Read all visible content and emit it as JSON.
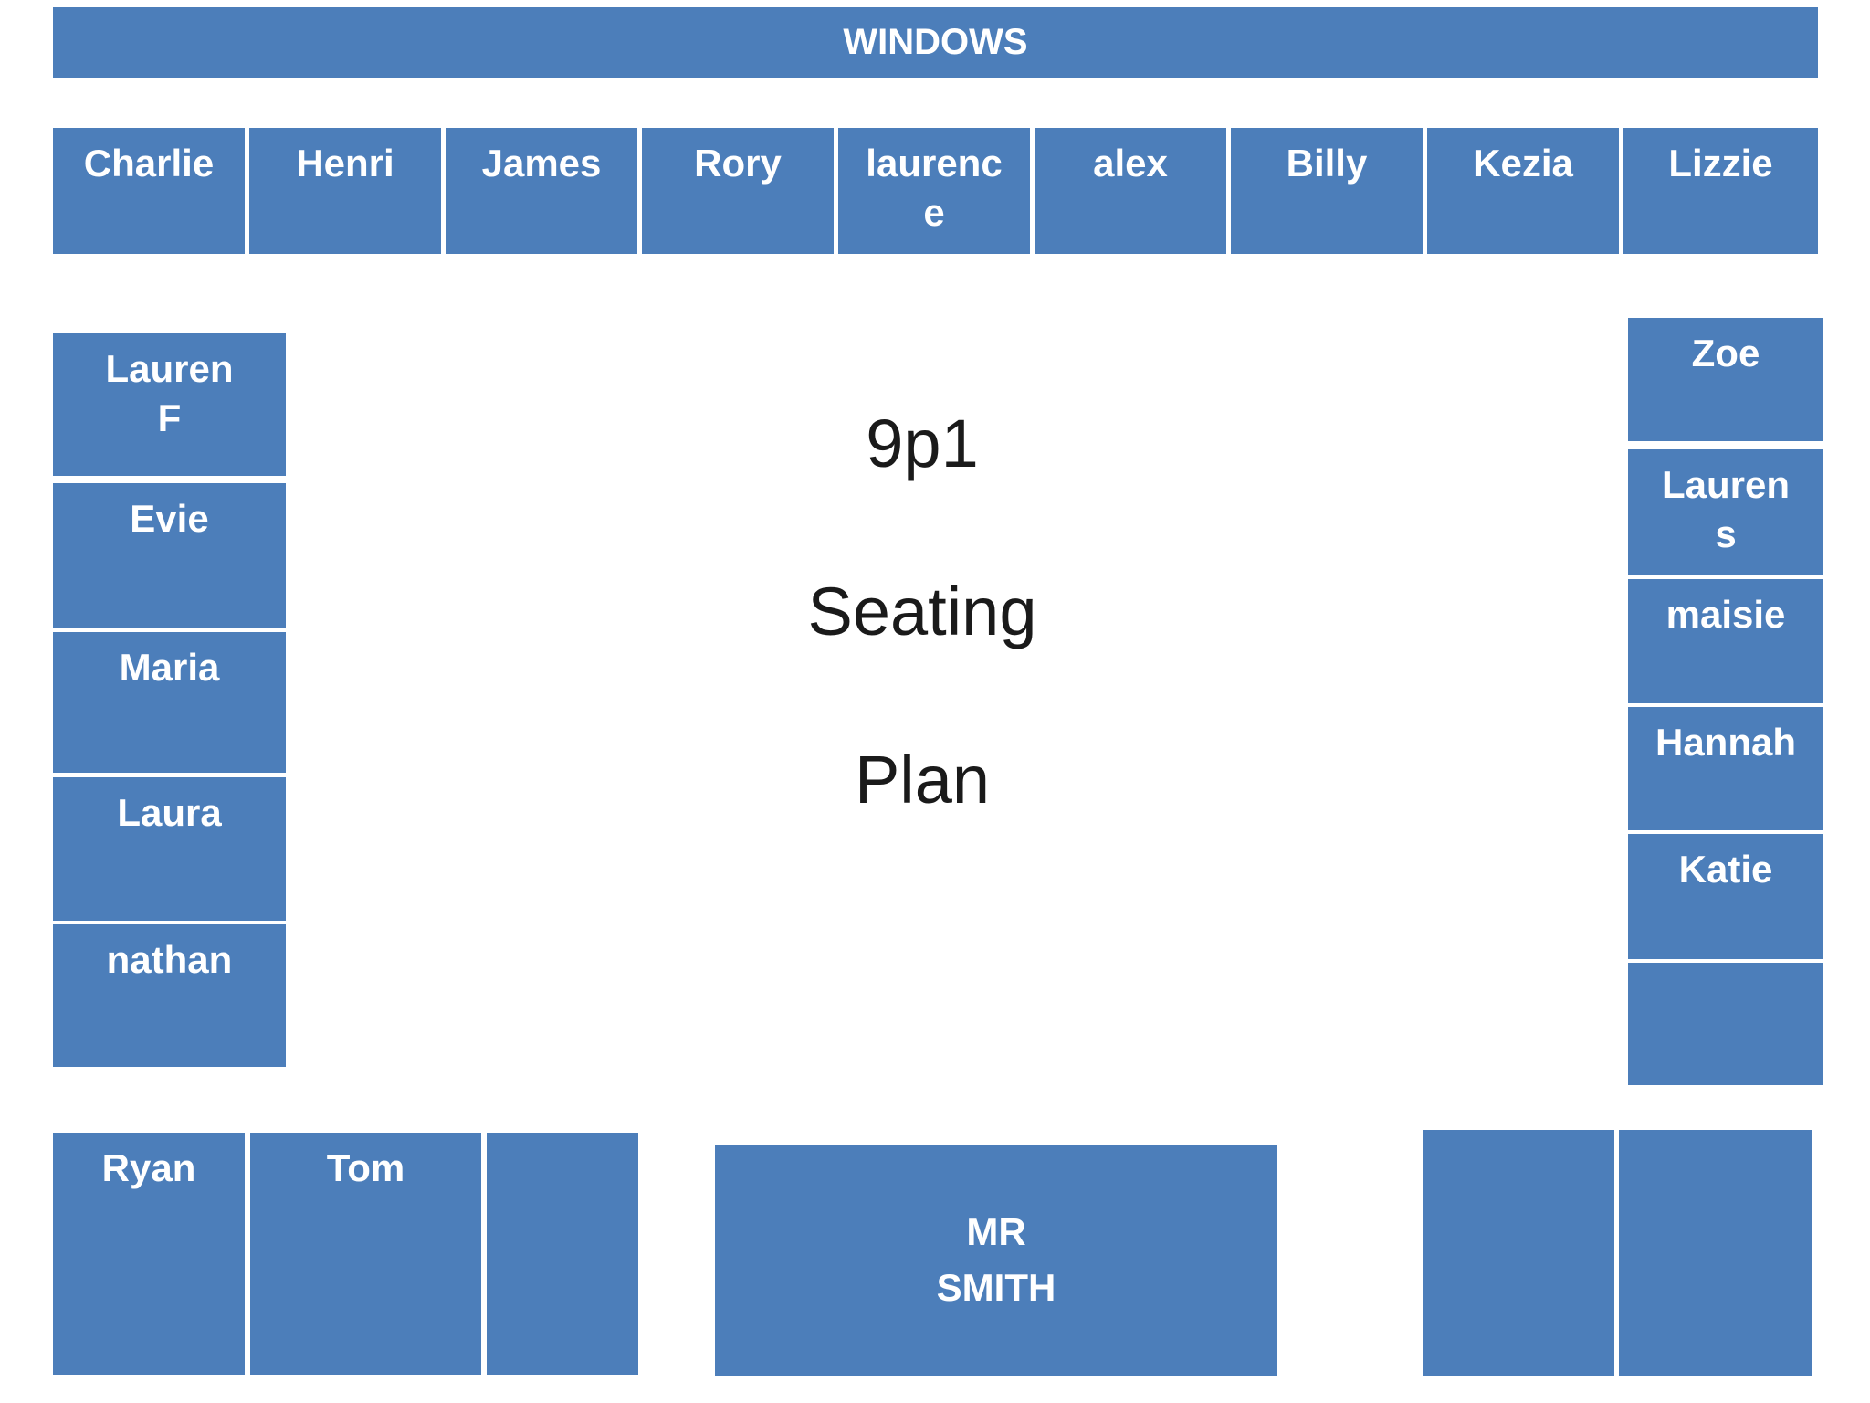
{
  "colors": {
    "seat_fill": "#4c7eba",
    "seat_text": "#ffffff",
    "title_text": "#1a1a1a",
    "page_bg": "#ffffff"
  },
  "windows_bar": {
    "label": "WINDOWS"
  },
  "title": {
    "line1": "9p1",
    "line2": "Seating",
    "line3": "Plan"
  },
  "top_row": {
    "seats": [
      "Charlie",
      "Henri",
      "James",
      "Rory",
      "laurenc\ne",
      "alex",
      "Billy",
      "Kezia",
      "Lizzie"
    ]
  },
  "left_column": {
    "seats": [
      "Lauren\nF",
      "Evie",
      "Maria",
      "Laura",
      "nathan"
    ]
  },
  "right_column": {
    "seats": [
      "Zoe",
      "Lauren\ns",
      "maisie",
      "Hannah",
      "Katie",
      ""
    ]
  },
  "bottom_left_row": {
    "seats": [
      "Ryan",
      "Tom",
      ""
    ]
  },
  "teacher_desk": {
    "label": "MR\nSMITH"
  },
  "bottom_right_row": {
    "seats": [
      "",
      ""
    ]
  }
}
